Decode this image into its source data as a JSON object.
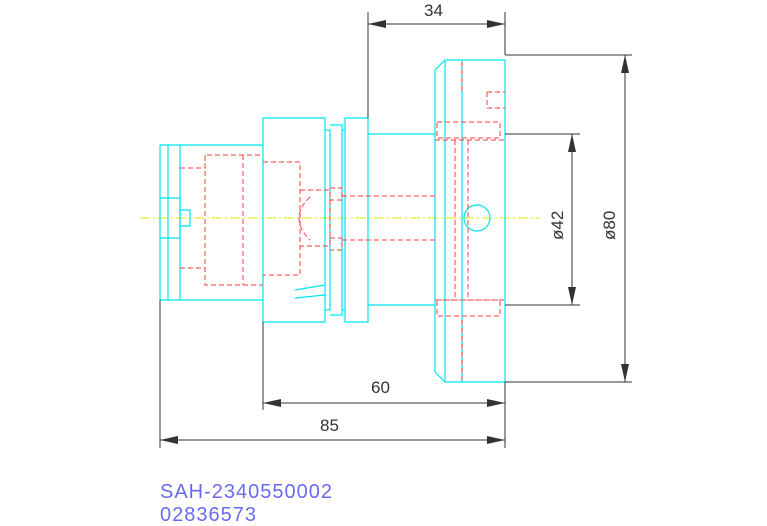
{
  "drawing": {
    "dimensions": {
      "top_width": "34",
      "inner_length": "60",
      "total_length": "85",
      "small_diameter": "ø42",
      "large_diameter": "ø80"
    },
    "part_number": "SAH-2340550002",
    "serial_number": "02836573"
  },
  "colors": {
    "outline": "#00e5ee",
    "hidden_lines": "#ff3b3b",
    "dimension_lines": "#333333",
    "center_line": "#e8e800",
    "label_text": "#6a6af0"
  }
}
